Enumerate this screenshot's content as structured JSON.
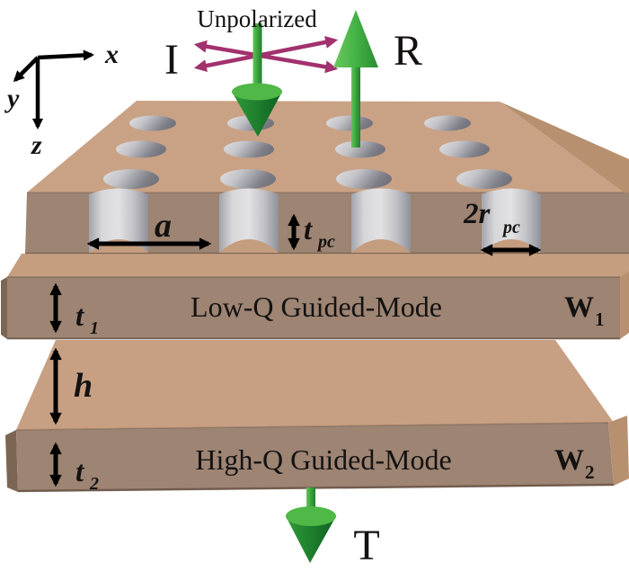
{
  "figure": {
    "polarization_label": "Unpolarized",
    "incident_label": "I",
    "reflected_label": "R",
    "transmitted_label": "T"
  },
  "axes": {
    "x": "x",
    "y": "y",
    "z": "z"
  },
  "dimensions": {
    "lattice_constant": "a",
    "pc_thickness": {
      "sym": "t",
      "sub": "pc"
    },
    "hole_diameter": {
      "sym": "2r",
      "sub": "pc"
    },
    "w1_thickness": {
      "sym": "t",
      "sub": "1"
    },
    "slab_gap": "h",
    "w2_thickness": {
      "sym": "t",
      "sub": "2"
    }
  },
  "layers": {
    "w1": {
      "mode_label": "Low-Q Guided-Mode",
      "name": {
        "sym": "W",
        "sub": "1"
      }
    },
    "w2": {
      "mode_label": "High-Q Guided-Mode",
      "name": {
        "sym": "W",
        "sub": "2"
      }
    }
  },
  "palette": {
    "slab_top": "#c9a285",
    "slab_front": "#9d8473",
    "slab_side": "#b7906f",
    "slab_edge_dark": "#7c6653",
    "hole_gray_light": "#dcdcde",
    "hole_gray_dark": "#76767e",
    "arrow_green": "#4db84a",
    "arrow_green_dark": "#1d7c2c",
    "unpolarized_magenta": "#a2316e",
    "dimension_black": "#000000"
  }
}
